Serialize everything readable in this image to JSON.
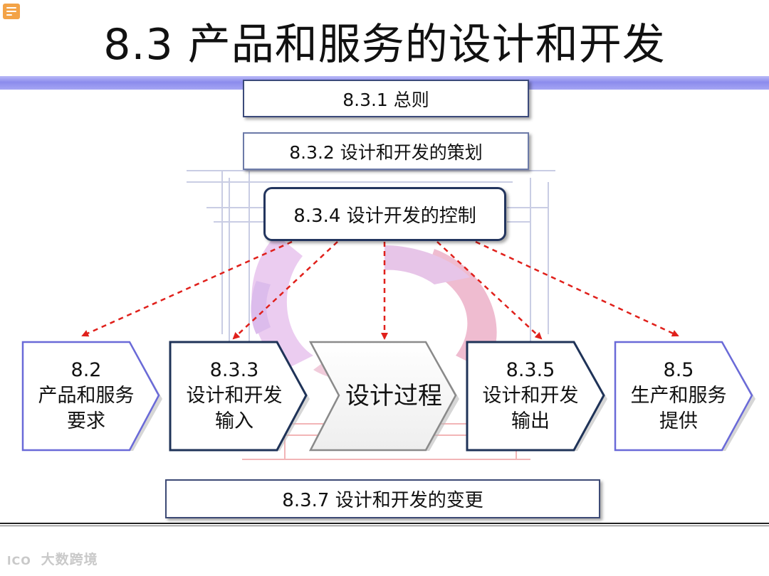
{
  "title": "8.3 产品和服务的设计和开发",
  "boxes": {
    "general": "8.3.1 总则",
    "planning": "8.3.2 设计和开发的策划",
    "control": "8.3.4 设计开发的控制",
    "changes": "8.3.7 设计和开发的变更"
  },
  "chevrons": [
    {
      "lines": [
        "8.2",
        "产品和服务",
        "要求"
      ]
    },
    {
      "lines": [
        "8.3.3",
        "设计和开发",
        "输入"
      ]
    },
    {
      "lines": [
        "设计过程"
      ]
    },
    {
      "lines": [
        "8.3.5",
        "设计和开发",
        "输出"
      ]
    },
    {
      "lines": [
        "8.5",
        "生产和服务",
        "提供"
      ]
    }
  ],
  "watermark": "大数跨境",
  "colors": {
    "arrow": "#e0201b",
    "title_bar": "#8c8ced",
    "chevron_border_blue": "#6a6ad8",
    "chevron_border_dark": "#1f3358",
    "chevron_border_gray": "#8a8a8a"
  }
}
